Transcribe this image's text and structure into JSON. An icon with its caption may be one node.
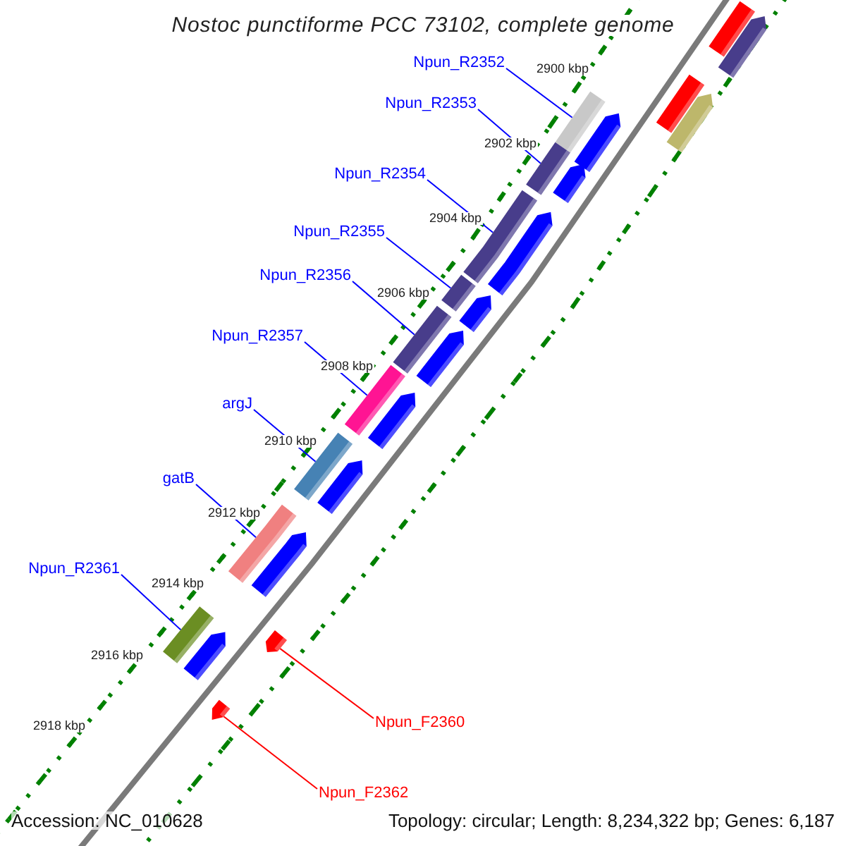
{
  "diagram": {
    "title": "Nostoc punctiforme PCC 73102, complete genome",
    "nodes": [
      {
        "text": [
          "Npun_R2352"
        ]
      },
      {
        "text": [
          "Npun_R2353"
        ]
      },
      {
        "text": [
          "Npun_R2354"
        ]
      },
      {
        "text": [
          "Npun_R2355"
        ]
      },
      {
        "text": [
          "Npun_R2356"
        ]
      },
      {
        "text": [
          "Npun_R2357"
        ]
      },
      {
        "text": [
          "argJ"
        ]
      },
      {
        "text": [
          "gatB"
        ]
      },
      {
        "text": [
          "Npun_R2361"
        ]
      },
      {
        "text": [
          "Npun_F2360"
        ]
      },
      {
        "text": [
          "Npun_F2362"
        ]
      },
      {
        "text": [],
        "shape": "bar"
      },
      {
        "text": [],
        "shape": "bar"
      },
      {
        "text": [],
        "shape": "bar"
      },
      {
        "text": [],
        "shape": "bar"
      },
      {
        "text": [],
        "shape": "bar"
      },
      {
        "text": [],
        "shape": "bar"
      },
      {
        "text": [],
        "shape": "bar"
      },
      {
        "text": [],
        "shape": "bar"
      },
      {
        "text": [],
        "shape": "bar"
      },
      {
        "text": [],
        "shape": "arrow"
      },
      {
        "text": [],
        "shape": "arrow"
      },
      {
        "text": [],
        "shape": "arrow"
      },
      {
        "text": [],
        "shape": "arrow"
      },
      {
        "text": [],
        "shape": "arrow"
      },
      {
        "text": [],
        "shape": "arrow"
      },
      {
        "text": [],
        "shape": "arrow"
      },
      {
        "text": [],
        "shape": "arrow"
      },
      {
        "text": [],
        "shape": "arrow"
      },
      {
        "text": [],
        "shape": "arrow"
      },
      {
        "text": [],
        "shape": "arrow"
      },
      {
        "text": [],
        "shape": "bar"
      },
      {
        "text": [],
        "shape": "arrow"
      },
      {
        "text": [],
        "shape": "bar"
      },
      {
        "text": [],
        "shape": "arrow"
      }
    ],
    "edges": [
      {
        "from": 0,
        "to": 11,
        "arrow": "none"
      },
      {
        "from": 1,
        "to": 12,
        "arrow": "none"
      },
      {
        "from": 2,
        "to": 13,
        "arrow": "none"
      },
      {
        "from": 3,
        "to": 14,
        "arrow": "none"
      },
      {
        "from": 4,
        "to": 15,
        "arrow": "none"
      },
      {
        "from": 5,
        "to": 16,
        "arrow": "none"
      },
      {
        "from": 6,
        "to": 17,
        "arrow": "none"
      },
      {
        "from": 7,
        "to": 18,
        "arrow": "none"
      },
      {
        "from": 8,
        "to": 19,
        "arrow": "none"
      },
      {
        "from": 9,
        "to": 20,
        "arrow": "none",
        "color": "#ff0000"
      },
      {
        "from": 10,
        "to": 21,
        "arrow": "none",
        "color": "#ff0000"
      }
    ],
    "labels": [
      "2900 kbp",
      "2902 kbp",
      "2904 kbp",
      "2906 kbp",
      "2908 kbp",
      "2910 kbp",
      "2912 kbp",
      "2914 kbp",
      "2916 kbp",
      "2918 kbp",
      "Accession: NC_010628",
      "Topology: circular; Length: 8,234,322 bp; Genes: 6,187"
    ]
  }
}
